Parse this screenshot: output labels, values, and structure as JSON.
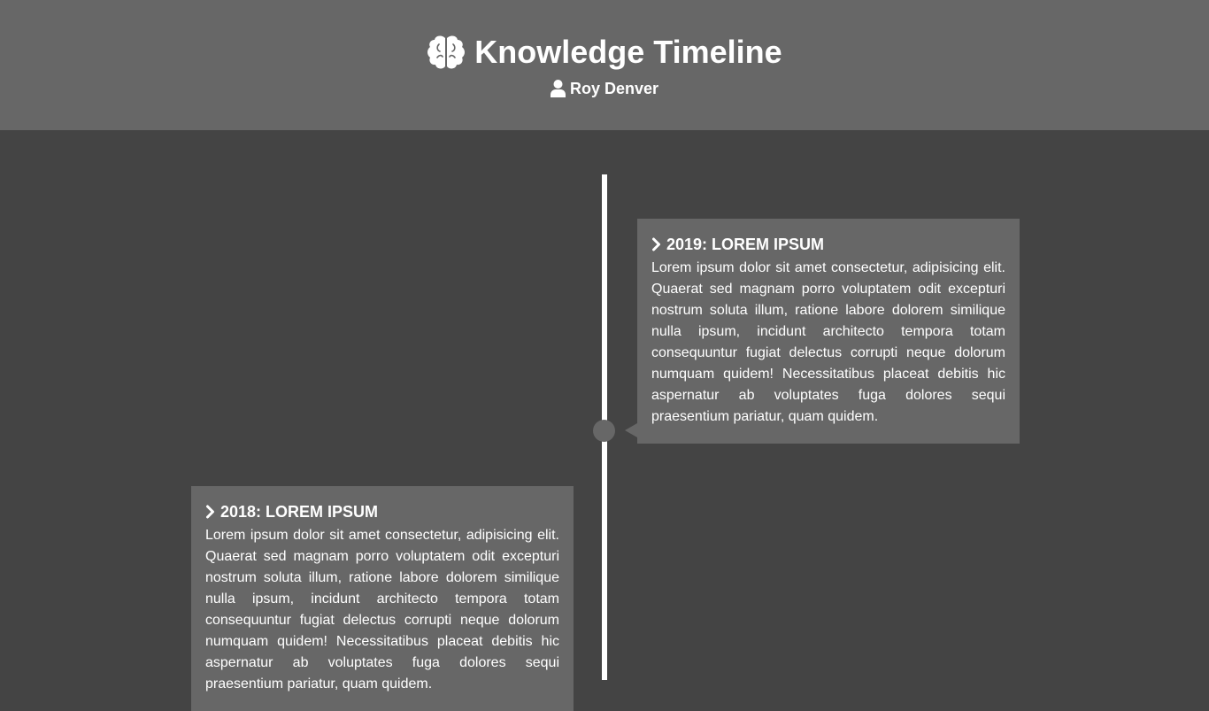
{
  "header": {
    "title": "Knowledge Timeline",
    "title_icon": "brain-icon",
    "author": "Roy Denver",
    "author_icon": "user-icon"
  },
  "colors": {
    "page_background": "#444444",
    "header_background": "#676767",
    "card_background": "#676767",
    "timeline_line": "#ffffff",
    "text": "#ffffff"
  },
  "timeline": {
    "entries": [
      {
        "icon": "chevron-right-icon",
        "title": "2019: LOREM IPSUM",
        "body": "Lorem ipsum dolor sit amet consectetur, adipisicing elit. Quaerat sed magnam porro voluptatem odit excepturi nostrum soluta illum, ratione labore dolorem similique nulla ipsum, incidunt architecto tempora totam consequuntur fugiat delectus corrupti neque dolorum numquam quidem! Necessitatibus placeat debitis hic aspernatur ab voluptates fuga dolores sequi praesentium pariatur, quam quidem.",
        "side": "right"
      },
      {
        "icon": "chevron-right-icon",
        "title": "2018: LOREM IPSUM",
        "body": "Lorem ipsum dolor sit amet consectetur, adipisicing elit. Quaerat sed magnam porro voluptatem odit excepturi nostrum soluta illum, ratione labore dolorem similique nulla ipsum, incidunt architecto tempora totam consequuntur fugiat delectus corrupti neque dolorum numquam quidem! Necessitatibus placeat debitis hic aspernatur ab voluptates fuga dolores sequi praesentium pariatur, quam quidem.",
        "side": "left"
      }
    ]
  }
}
